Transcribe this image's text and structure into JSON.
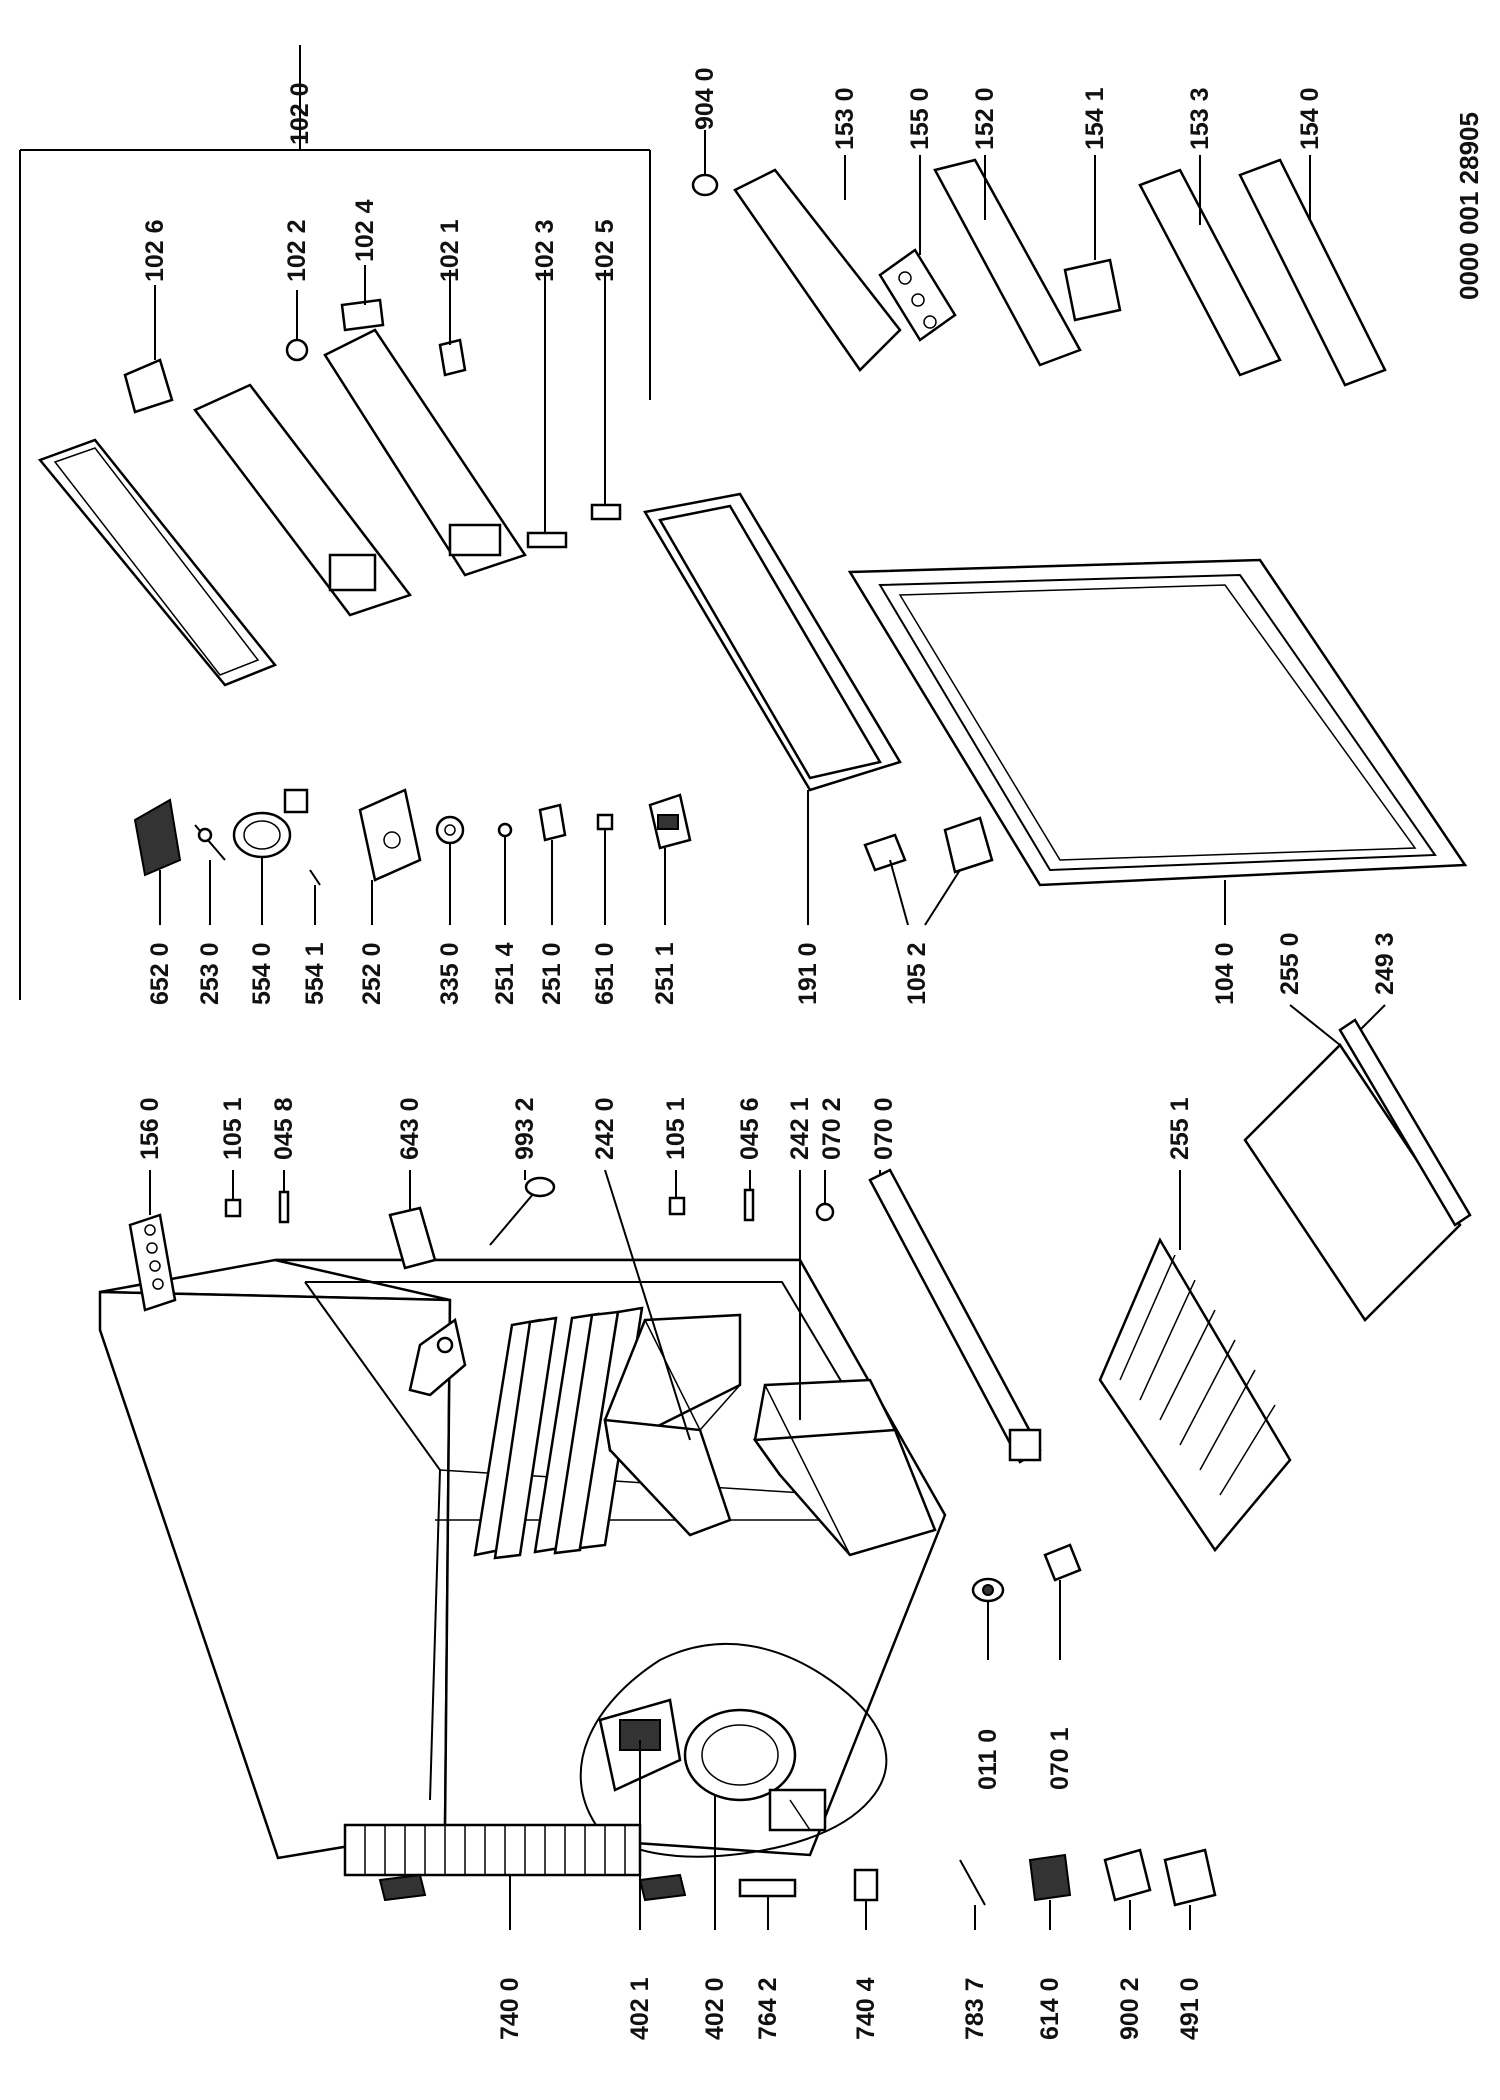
{
  "document_number": "0000 001 28905",
  "callouts": [
    {
      "id": "c-156-0",
      "text": "156 0"
    },
    {
      "id": "c-105-1a",
      "text": "105 1"
    },
    {
      "id": "c-045-8",
      "text": "045 8"
    },
    {
      "id": "c-643-0",
      "text": "643 0"
    },
    {
      "id": "c-993-2",
      "text": "993 2"
    },
    {
      "id": "c-242-0",
      "text": "242 0"
    },
    {
      "id": "c-105-1b",
      "text": "105 1"
    },
    {
      "id": "c-045-6",
      "text": "045 6"
    },
    {
      "id": "c-242-1",
      "text": "242 1"
    },
    {
      "id": "c-070-2",
      "text": "070 2"
    },
    {
      "id": "c-070-0",
      "text": "070 0"
    },
    {
      "id": "c-255-1",
      "text": "255 1"
    },
    {
      "id": "c-255-0",
      "text": "255 0"
    },
    {
      "id": "c-249-3",
      "text": "249 3"
    },
    {
      "id": "c-652-0",
      "text": "652 0"
    },
    {
      "id": "c-253-0",
      "text": "253 0"
    },
    {
      "id": "c-554-0",
      "text": "554 0"
    },
    {
      "id": "c-554-1",
      "text": "554 1"
    },
    {
      "id": "c-252-0",
      "text": "252 0"
    },
    {
      "id": "c-335-0",
      "text": "335 0"
    },
    {
      "id": "c-251-4",
      "text": "251 4"
    },
    {
      "id": "c-251-0",
      "text": "251 0"
    },
    {
      "id": "c-651-0",
      "text": "651 0"
    },
    {
      "id": "c-251-1",
      "text": "251 1"
    },
    {
      "id": "c-191-0",
      "text": "191 0"
    },
    {
      "id": "c-105-2",
      "text": "105 2"
    },
    {
      "id": "c-104-0",
      "text": "104 0"
    },
    {
      "id": "c-102-0",
      "text": "102 0"
    },
    {
      "id": "c-102-6",
      "text": "102 6"
    },
    {
      "id": "c-102-2",
      "text": "102 2"
    },
    {
      "id": "c-102-4",
      "text": "102 4"
    },
    {
      "id": "c-102-1",
      "text": "102 1"
    },
    {
      "id": "c-102-3",
      "text": "102 3"
    },
    {
      "id": "c-102-5",
      "text": "102 5"
    },
    {
      "id": "c-904-0",
      "text": "904 0"
    },
    {
      "id": "c-153-0",
      "text": "153 0"
    },
    {
      "id": "c-155-0",
      "text": "155 0"
    },
    {
      "id": "c-152-0",
      "text": "152 0"
    },
    {
      "id": "c-154-1",
      "text": "154 1"
    },
    {
      "id": "c-153-3",
      "text": "153 3"
    },
    {
      "id": "c-154-0",
      "text": "154 0"
    },
    {
      "id": "c-740-0",
      "text": "740 0"
    },
    {
      "id": "c-402-1",
      "text": "402 1"
    },
    {
      "id": "c-402-0",
      "text": "402 0"
    },
    {
      "id": "c-764-2",
      "text": "764 2"
    },
    {
      "id": "c-740-4",
      "text": "740 4"
    },
    {
      "id": "c-783-7",
      "text": "783 7"
    },
    {
      "id": "c-614-0",
      "text": "614 0"
    },
    {
      "id": "c-900-2",
      "text": "900 2"
    },
    {
      "id": "c-491-0",
      "text": "491 0"
    },
    {
      "id": "c-011-0",
      "text": "011 0"
    },
    {
      "id": "c-070-1",
      "text": "070 1"
    }
  ]
}
